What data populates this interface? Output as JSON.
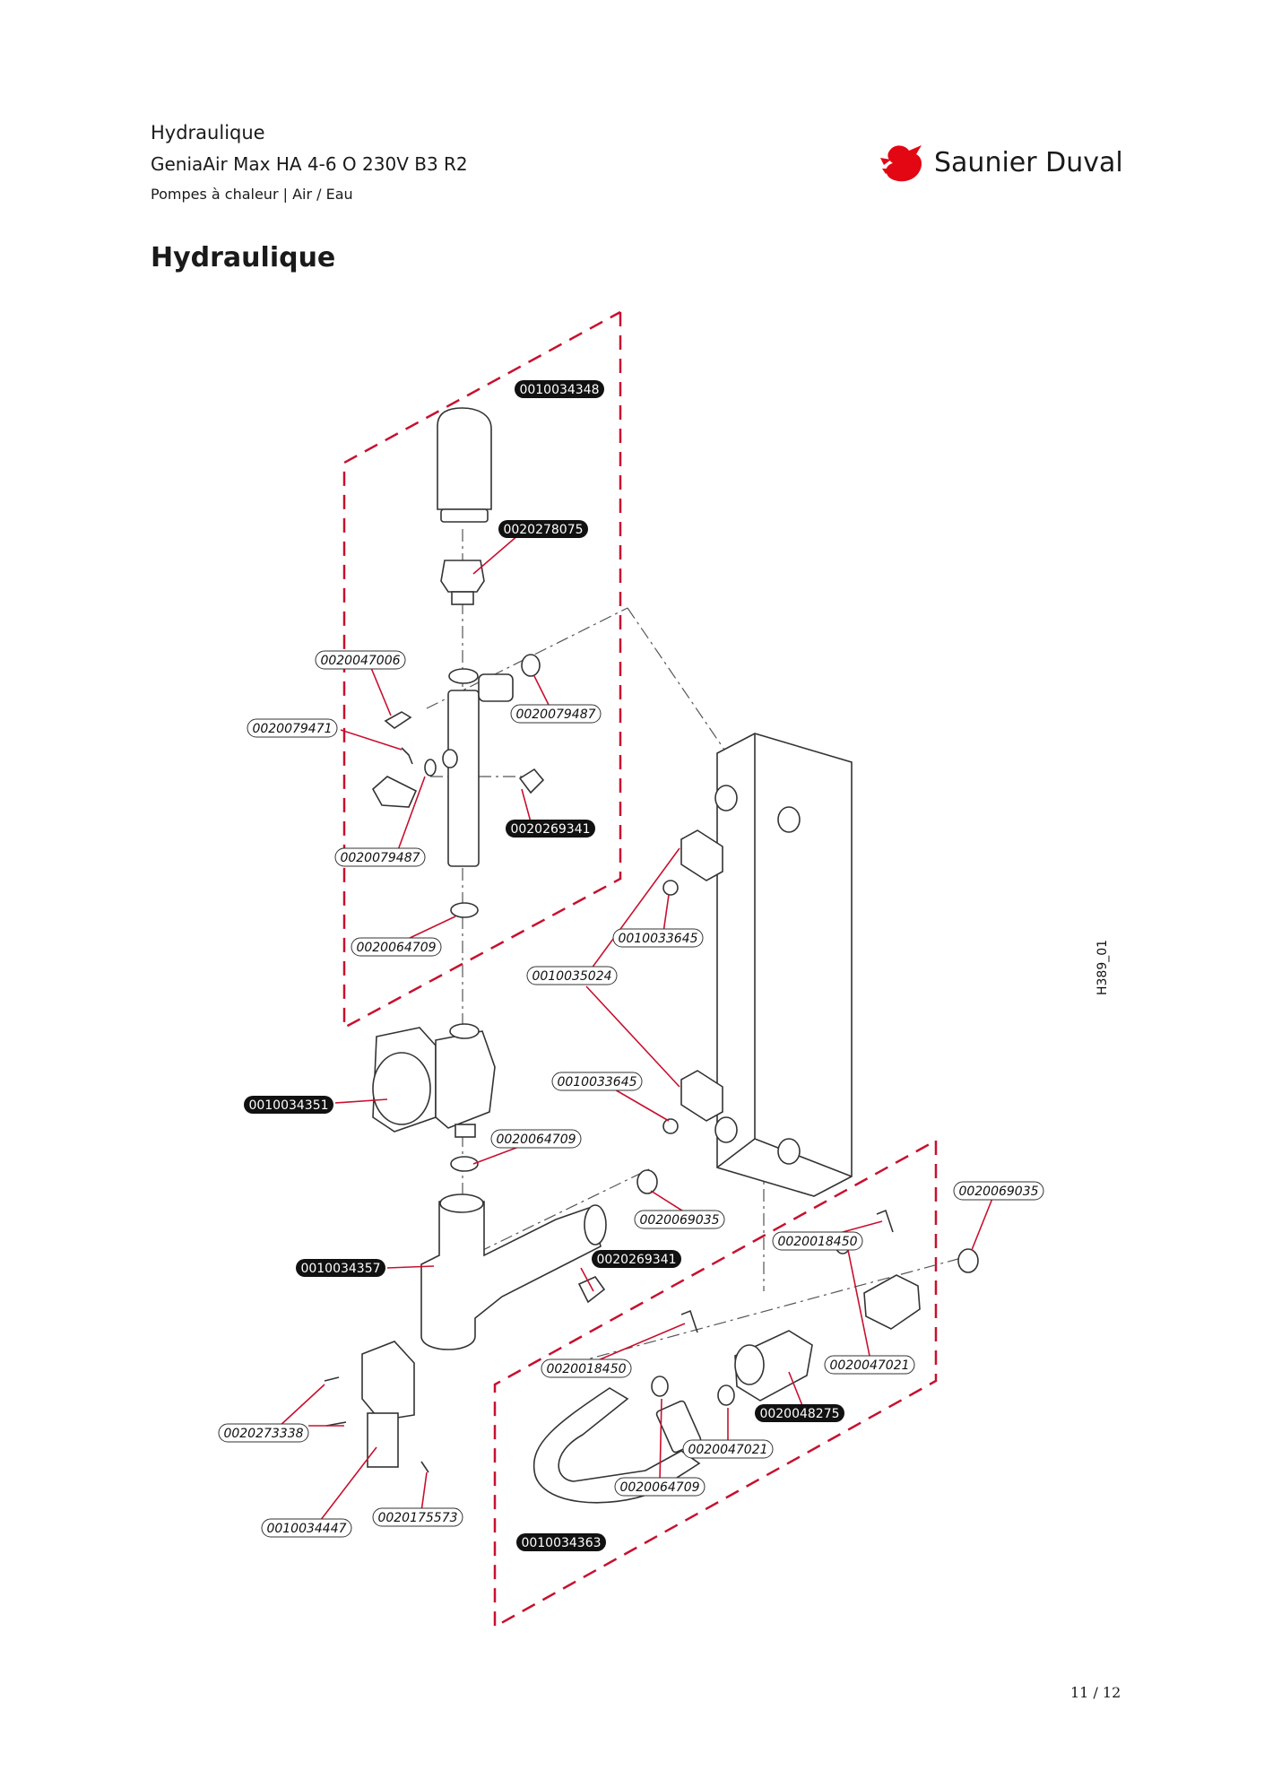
{
  "header": {
    "title": "Hydraulique",
    "model": "GeniaAir Max HA 4-6 O 230V B3 R2",
    "category": "Pompes à chaleur | Air / Eau"
  },
  "logo": {
    "brand": "Saunier Duval",
    "color": "#e30613"
  },
  "page_title": "Hydraulique",
  "drawing_ref": "H389_01",
  "page_number": "11 / 12",
  "colors": {
    "group_outline": "#c8102e",
    "callout_dark": "#111111",
    "line": "#333333"
  },
  "parts": [
    {
      "id": "p-0010034348",
      "label": "0010034348",
      "style": "dark"
    },
    {
      "id": "p-0020278075",
      "label": "0020278075",
      "style": "dark"
    },
    {
      "id": "p-0020047006",
      "label": "0020047006",
      "style": "light"
    },
    {
      "id": "p-0020079487-a",
      "label": "0020079487",
      "style": "light"
    },
    {
      "id": "p-0020079471",
      "label": "0020079471",
      "style": "light"
    },
    {
      "id": "p-0020269341-a",
      "label": "0020269341",
      "style": "dark"
    },
    {
      "id": "p-0020079487-b",
      "label": "0020079487",
      "style": "light"
    },
    {
      "id": "p-0020064709-a",
      "label": "0020064709",
      "style": "light"
    },
    {
      "id": "p-0010033645-a",
      "label": "0010033645",
      "style": "light"
    },
    {
      "id": "p-0010035024",
      "label": "0010035024",
      "style": "light"
    },
    {
      "id": "p-0010033645-b",
      "label": "0010033645",
      "style": "light"
    },
    {
      "id": "p-0010034351",
      "label": "0010034351",
      "style": "dark"
    },
    {
      "id": "p-0020064709-b",
      "label": "0020064709",
      "style": "light"
    },
    {
      "id": "p-0020069035-a",
      "label": "0020069035",
      "style": "light"
    },
    {
      "id": "p-0020069035-b",
      "label": "0020069035",
      "style": "light"
    },
    {
      "id": "p-0020018450-a",
      "label": "0020018450",
      "style": "light"
    },
    {
      "id": "p-0020269341-b",
      "label": "0020269341",
      "style": "dark"
    },
    {
      "id": "p-0010034357",
      "label": "0010034357",
      "style": "dark"
    },
    {
      "id": "p-0020018450-b",
      "label": "0020018450",
      "style": "light"
    },
    {
      "id": "p-0020047021-a",
      "label": "0020047021",
      "style": "light"
    },
    {
      "id": "p-0020048275",
      "label": "0020048275",
      "style": "dark"
    },
    {
      "id": "p-0020273338",
      "label": "0020273338",
      "style": "light"
    },
    {
      "id": "p-0020047021-b",
      "label": "0020047021",
      "style": "light"
    },
    {
      "id": "p-0020064709-c",
      "label": "0020064709",
      "style": "light"
    },
    {
      "id": "p-0020175573",
      "label": "0020175573",
      "style": "light"
    },
    {
      "id": "p-0010034447",
      "label": "0010034447",
      "style": "light"
    },
    {
      "id": "p-0010034363",
      "label": "0010034363",
      "style": "dark"
    }
  ]
}
